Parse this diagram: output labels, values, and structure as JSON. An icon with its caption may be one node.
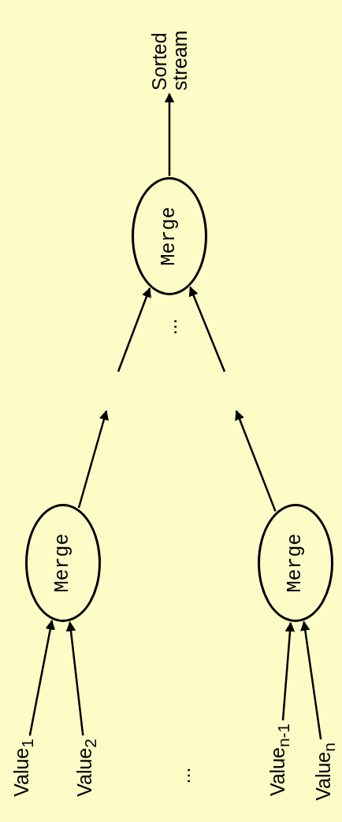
{
  "diagram": {
    "nodes": [
      {
        "text": [
          "Merge"
        ]
      },
      {
        "text": [
          "Merge"
        ]
      },
      {
        "text": [
          "Merge"
        ]
      },
      {
        "text": [
          "Sorted stream"
        ]
      },
      {
        "text": [
          "Value$_{1}$"
        ]
      },
      {
        "text": [
          "Value$_{2}$"
        ]
      },
      {
        "text": [
          "Value$_{n-1}$"
        ]
      },
      {
        "text": [
          "Value$_{n}$"
        ]
      }
    ],
    "edges": [
      {
        "from": 4,
        "to": 0,
        "arrow": "to"
      },
      {
        "from": 5,
        "to": 0,
        "arrow": "to"
      },
      {
        "from": 6,
        "to": 1,
        "arrow": "to"
      },
      {
        "from": 7,
        "to": 1,
        "arrow": "to"
      },
      {
        "from": 0,
        "to": null,
        "arrow": "to"
      },
      {
        "from": 1,
        "to": null,
        "arrow": "to"
      },
      {
        "from": null,
        "to": 2,
        "arrow": "to"
      },
      {
        "from": null,
        "to": 2,
        "arrow": "to"
      },
      {
        "from": 2,
        "to": 3,
        "arrow": "to"
      }
    ],
    "labels": [
      "...",
      "..."
    ]
  }
}
